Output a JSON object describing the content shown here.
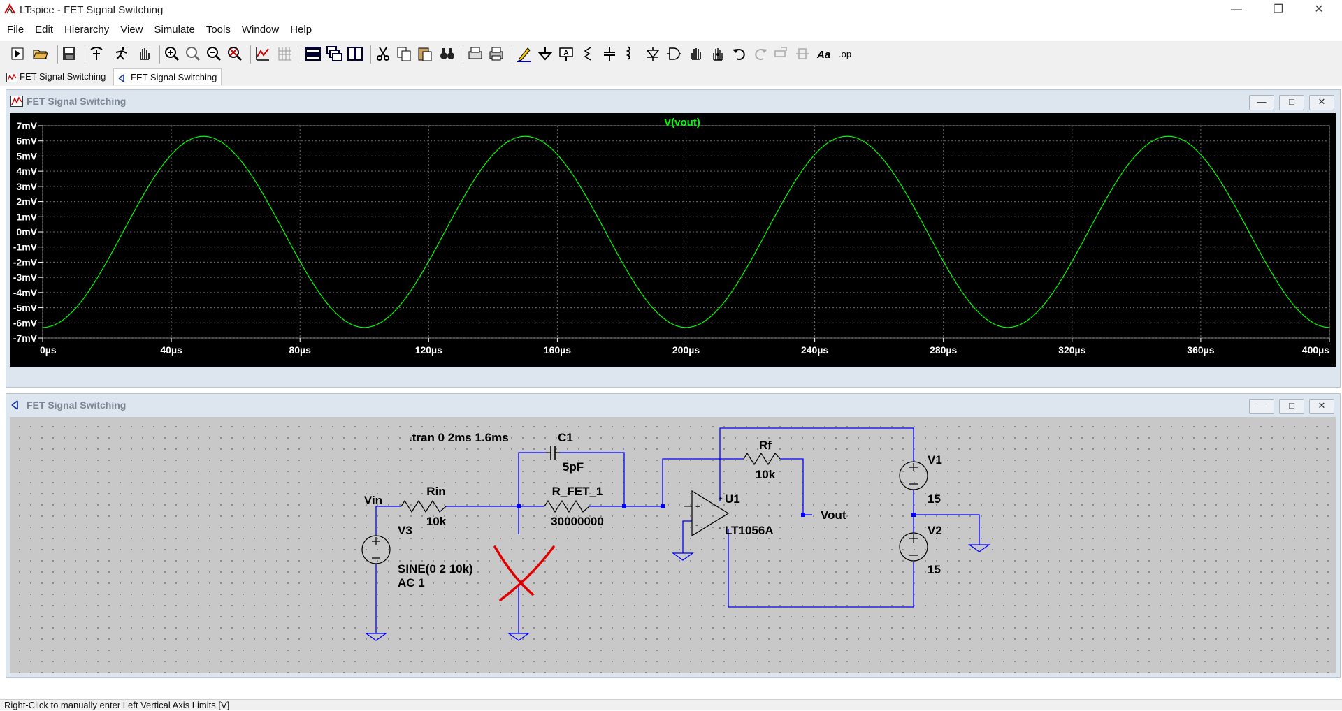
{
  "window": {
    "title": "LTspice - FET Signal Switching"
  },
  "menu": [
    "File",
    "Edit",
    "Hierarchy",
    "View",
    "Simulate",
    "Tools",
    "Window",
    "Help"
  ],
  "toolbar": {
    "icons": [
      "run-icon",
      "open-icon",
      "save-icon",
      "control-panel-icon",
      "halt-icon",
      "pan-icon",
      "zoom-in-icon",
      "zoom-area-icon",
      "zoom-out-icon",
      "zoom-cancel-icon",
      "autorange-icon",
      "grid-icon",
      "tile-horizontal-icon",
      "cascade-icon",
      "tile-vertical-icon",
      "cut-icon",
      "copy-icon",
      "paste-icon",
      "find-icon",
      "print-setup-icon",
      "print-icon",
      "draw-wire-icon",
      "ground-icon",
      "label-net-icon",
      "resistor-icon",
      "capacitor-icon",
      "inductor-icon",
      "diode-icon",
      "component-icon",
      "move-icon",
      "drag-icon",
      "undo-icon",
      "redo-icon",
      "rotate-icon",
      "mirror-icon",
      "text-icon",
      "spice-directive-icon"
    ],
    "spice_directive_label": ".op",
    "text_label": "Aa"
  },
  "tabs": [
    {
      "label": "FET Signal Switching",
      "icon": "waveform-icon"
    },
    {
      "label": "FET Signal Switching",
      "icon": "schematic-icon"
    }
  ],
  "waveform_window": {
    "title": "FET Signal Switching",
    "trace_name": "V(vout)",
    "y_ticks": [
      "7mV",
      "6mV",
      "5mV",
      "4mV",
      "3mV",
      "2mV",
      "1mV",
      "0mV",
      "-1mV",
      "-2mV",
      "-3mV",
      "-4mV",
      "-5mV",
      "-6mV",
      "-7mV"
    ],
    "x_ticks": [
      "0µs",
      "40µs",
      "80µs",
      "120µs",
      "160µs",
      "200µs",
      "240µs",
      "280µs",
      "320µs",
      "360µs",
      "400µs"
    ],
    "colors": {
      "background": "#000000",
      "trace": "#00ff00",
      "grid": "#6a6a6a",
      "axis_text": "#ffffff"
    }
  },
  "chart_data": {
    "type": "line",
    "title": "V(vout)",
    "xlabel": "",
    "ylabel": "",
    "x_unit": "µs",
    "y_unit": "mV",
    "xlim": [
      0,
      400
    ],
    "ylim": [
      -7,
      7
    ],
    "grid": true,
    "series": [
      {
        "name": "V(vout)",
        "shape": "sine",
        "amplitude": 6.3,
        "frequency_khz": 10,
        "phase": "minimum at 0µs",
        "values": [
          -6.3,
          6.3,
          -6.3,
          6.3,
          -6.3,
          6.3,
          -6.3,
          6.3,
          -6.3
        ],
        "x": [
          0,
          50,
          100,
          150,
          200,
          250,
          300,
          350,
          400
        ]
      }
    ]
  },
  "schematic_window": {
    "title": "FET Signal Switching",
    "directive": ".tran 0 2ms 1.6ms",
    "components": {
      "c1": {
        "name": "C1",
        "value": "5pF"
      },
      "rin": {
        "name": "Rin",
        "value": "10k"
      },
      "rfet": {
        "name": "R_FET_1",
        "value": "30000000"
      },
      "rf": {
        "name": "Rf",
        "value": "10k"
      },
      "u1": {
        "name": "U1",
        "value": "LT1056A"
      },
      "v1": {
        "name": "V1",
        "value": "15"
      },
      "v2": {
        "name": "V2",
        "value": "15"
      },
      "v3": {
        "name": "V3",
        "value1": "SINE(0 2 10k)",
        "value2": "AC 1"
      }
    },
    "nets": {
      "vin": "Vin",
      "vout": "Vout"
    },
    "annotation": "red-x-mark",
    "colors": {
      "wire": "#0000ff",
      "text": "#000000",
      "mark": "#e00000"
    }
  },
  "status": "Right-Click to manually enter Left Vertical Axis Limits [V]"
}
